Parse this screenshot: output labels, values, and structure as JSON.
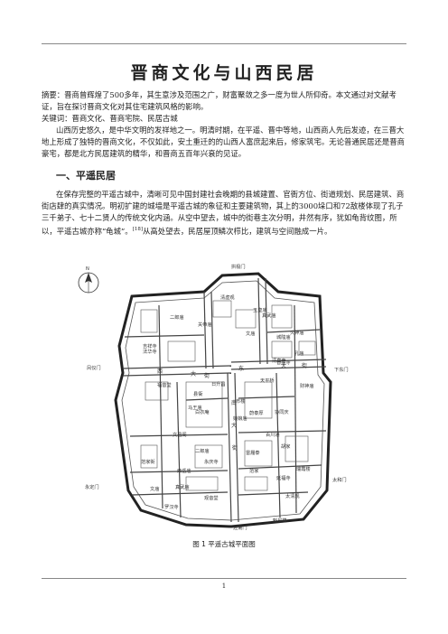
{
  "title": "晋商文化与山西民居",
  "abstract": "摘要：晋商曾辉煌了500多年，其生意涉及范围之广，财富聚敛之多一度为世人所仰奇。本文通过对文献考证，旨在探讨晋商文化对其住宅建筑风格的影响。",
  "keywords": "关键词：晋商文化、晋商宅院、民居古城",
  "para1": "山西历史悠久，是中华文明的发祥地之一。明清时期，在平遥、晋中等地，山西商人先后发迹，在三晋大地上形成了独特的晋商文化，不仅如此，安土重迁的的山西人富庶起来后，修家筑宅。无论普通民居还是晋商豪宅，都是北方民居建筑的精华，和晋商五百年兴衰的见证。",
  "heading": "一、平遥民居",
  "para2": "在保存完整的平遥古城中，清晰可见中国封建社会晚期的县城建置、官衙方位、街道规划、民居建筑、商街店肆的真实情况。明初扩建的城墙是平遥古城的象征和主要建筑物，其上的3000垛口和72敌楼体现了孔子三千弟子、七十二贤人的传统文化内涵。从空中望去，城中的街巷主次分明，井然有序，犹如龟背纹图，所以，平遥古城亦称“龟城”。",
  "para2_ref": "[18]",
  "para2_tail": "从高处望去，民居屋顶鳞次栉比，建筑与空间融成一片。",
  "map": {
    "north": "N",
    "gates": [
      "拱极门",
      "凤仪门",
      "下东门",
      "永定门",
      "太和门",
      "迎薰门"
    ],
    "roads": [
      "西",
      "大",
      "街",
      "东",
      "大",
      "街",
      "南",
      "大",
      "街"
    ],
    "places": [
      "清虚观",
      "二郎庙",
      "关帝庙",
      "真武庙",
      "文庙",
      "城隍庙",
      "孔庙",
      "财神庙",
      "日升昌",
      "市楼",
      "县衙",
      "天平桥",
      "蔚泰厚",
      "协同庆",
      "百川通",
      "清真寺",
      "火神庙",
      "白衣庵",
      "文昌阁",
      "吉祥寺",
      "法华寺",
      "马王庙",
      "福音堂",
      "玉皇庙",
      "娘娘庙",
      "雷履泰",
      "胡家",
      "二郎庙",
      "永庆寺",
      "西岳庙",
      "范家",
      "真武庙",
      "延福寺",
      "罗汉寺",
      "太清观",
      "文庙",
      "观音堂",
      "魁星楼",
      "普照寺",
      "瑞霞楼",
      "范家街"
    ]
  },
  "caption": "图 1 平遥古城平面图",
  "page_number": "1"
}
